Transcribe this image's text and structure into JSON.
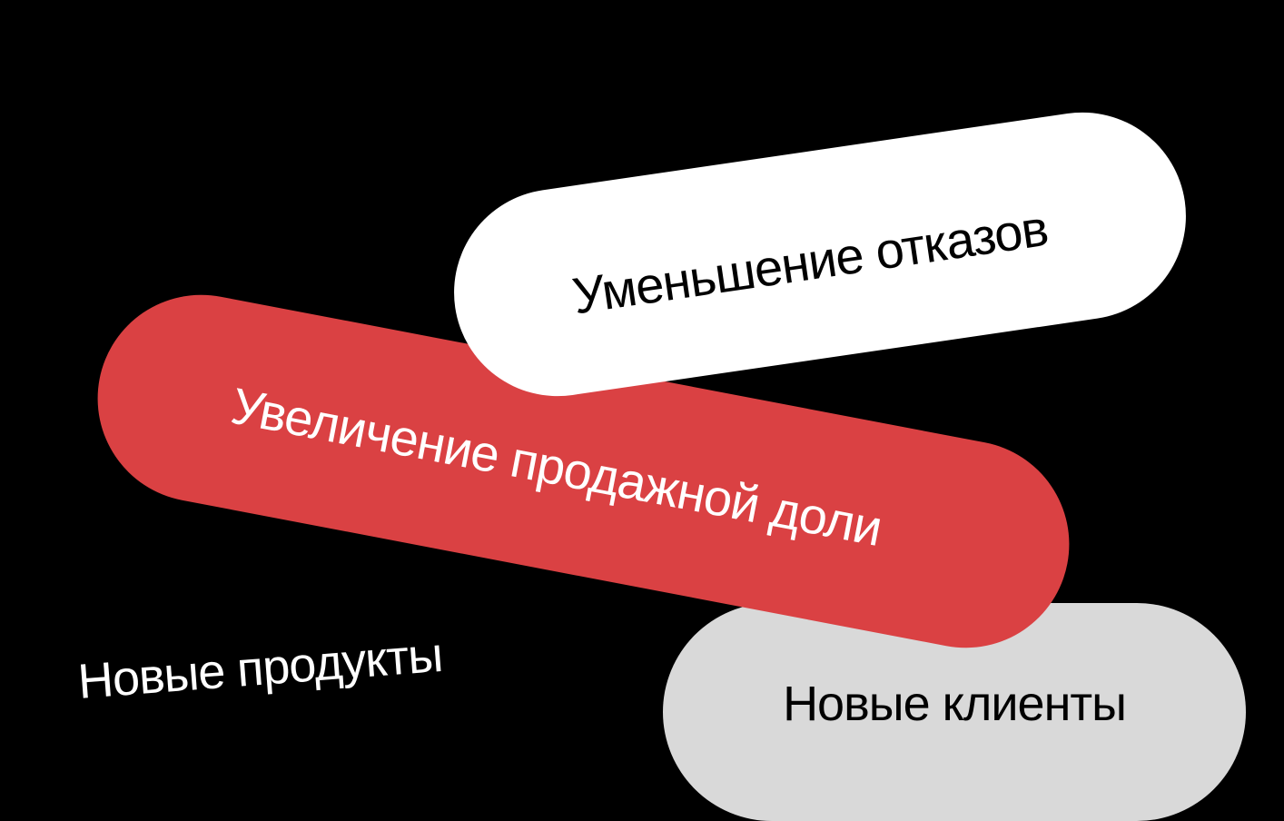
{
  "labels": {
    "reduce_refusals": {
      "text": "Уменьшение отказов",
      "background": "#FFFFFF",
      "color": "#000000"
    },
    "increase_share": {
      "text": "Увеличение продажной доли",
      "background": "#DA4143",
      "color": "#FFFFFF"
    },
    "new_clients": {
      "text": "Новые клиенты",
      "background": "#D9D9D9",
      "color": "#000000"
    },
    "new_products": {
      "text": "Новые продукты",
      "color": "#FFFFFF"
    }
  },
  "background": "#000000"
}
